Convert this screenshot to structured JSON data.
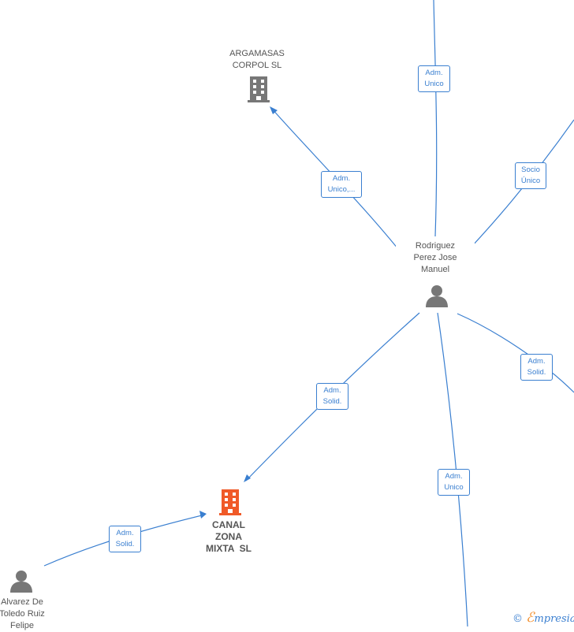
{
  "nodes": {
    "argamasas": {
      "label_line1": "ARGAMASAS",
      "label_line2": "CORPOL SL",
      "type": "company"
    },
    "rodriguez": {
      "label_line1": "Rodriguez",
      "label_line2": "Perez Jose",
      "label_line3": "Manuel",
      "type": "person"
    },
    "canal": {
      "label_line1": "CANAL",
      "label_line2": "ZONA",
      "label_line3": "MIXTA  SL",
      "type": "company-focus"
    },
    "alvarez": {
      "label_line1": "Alvarez De",
      "label_line2": "Toledo Ruiz",
      "label_line3": "Felipe",
      "type": "person"
    }
  },
  "edges": {
    "top_adm_unico": {
      "line1": "Adm.",
      "line2": "Unico"
    },
    "argamasas_adm": {
      "line1": "Adm.",
      "line2": "Unico,..."
    },
    "socio_unico": {
      "line1": "Socio",
      "line2": "Único"
    },
    "right_adm_solid": {
      "line1": "Adm.",
      "line2": "Solid."
    },
    "canal_adm_solid": {
      "line1": "Adm.",
      "line2": "Solid."
    },
    "bottom_adm_unico": {
      "line1": "Adm.",
      "line2": "Unico"
    },
    "alvarez_adm_solid": {
      "line1": "Adm.",
      "line2": "Solid."
    }
  },
  "colors": {
    "edge": "#3a7fd0",
    "company": "#777777",
    "focus_company": "#f05a28",
    "person": "#777777"
  },
  "footer": {
    "copyright": "©",
    "brand_initial": "ℰ",
    "brand_rest": "mpresia"
  }
}
